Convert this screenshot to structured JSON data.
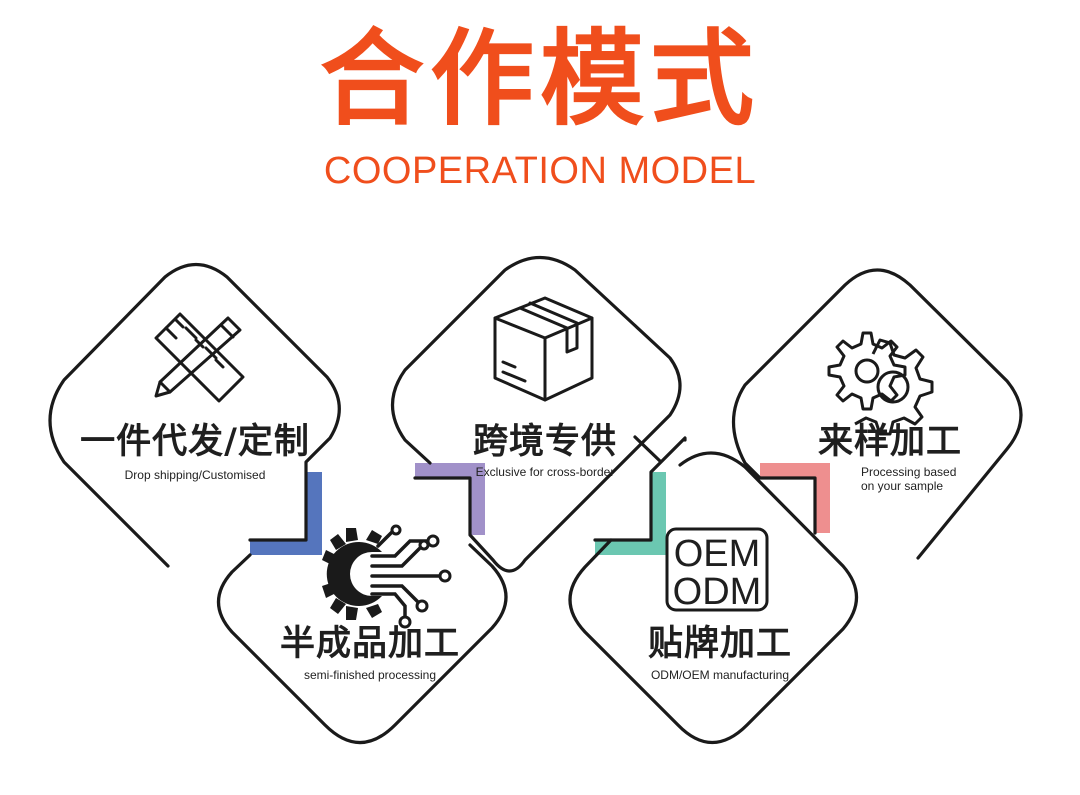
{
  "header": {
    "title_cn": "合作模式",
    "title_en": "COOPERATION MODEL"
  },
  "colors": {
    "accent": "#f04e1c",
    "line": "#1a1a1a",
    "card1_stripe": "#5575bd",
    "card2_stripe": "#a191c9",
    "card3_stripe": "#6bc7b1",
    "card4_stripe": "#ee8f8f"
  },
  "cards": [
    {
      "title": "一件代发/定制",
      "subtitle": "Drop shipping/Customised",
      "icon": "pencil-ruler-icon"
    },
    {
      "title": "跨境专供",
      "subtitle": "Exclusive for cross-border",
      "icon": "package-box-icon"
    },
    {
      "title": "来样加工",
      "subtitle": "Processing based on your sample",
      "subtitle_line1": "Processing based",
      "subtitle_line2": "on your sample",
      "icon": "gears-icon"
    },
    {
      "title": "半成品加工",
      "subtitle": "semi-finished processing",
      "icon": "tech-gear-icon"
    },
    {
      "title": "贴牌加工",
      "subtitle": "ODM/OEM manufacturing",
      "icon": "oem-odm-badge-icon",
      "badge_line1": "OEM",
      "badge_line2": "ODM"
    }
  ]
}
